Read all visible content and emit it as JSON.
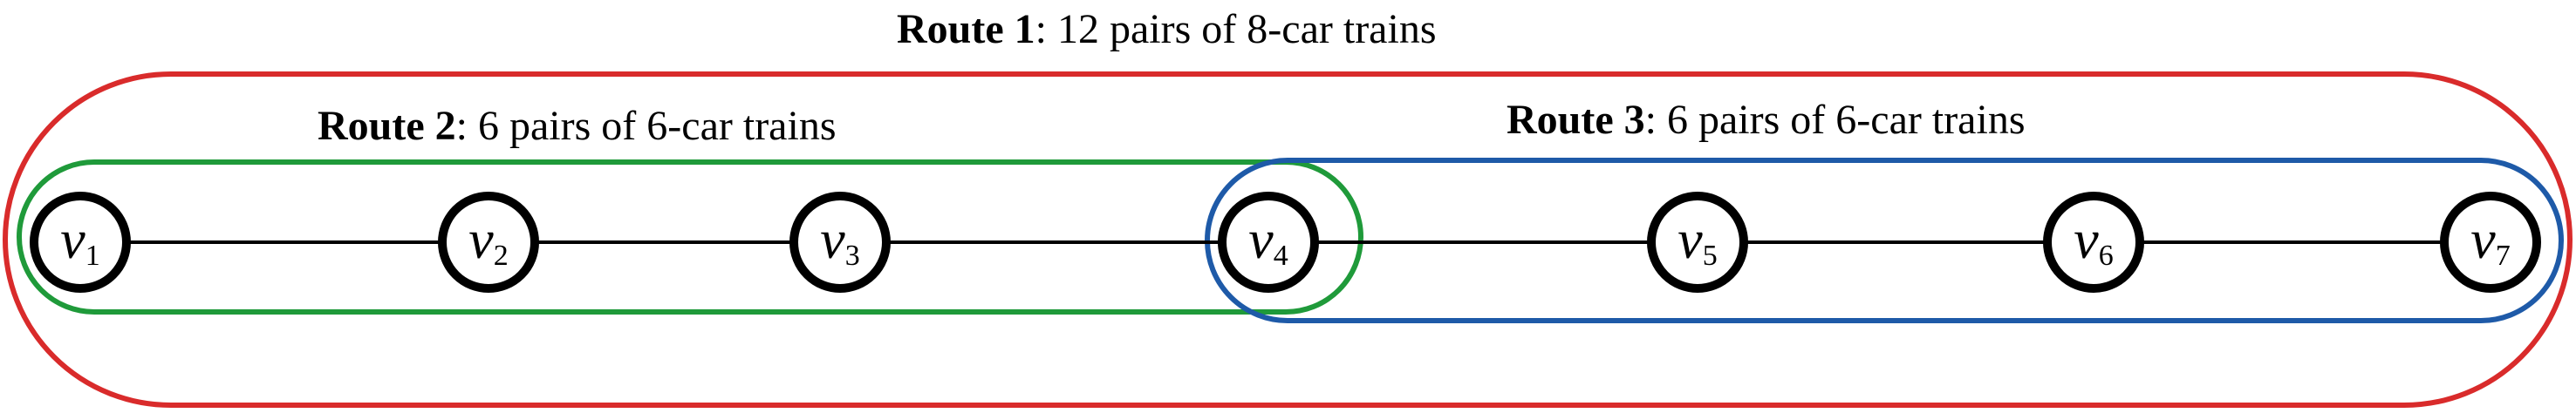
{
  "diagram": {
    "routes": [
      {
        "id": "route1",
        "name": "Route 1",
        "desc": ": 12 pairs of 8-car trains",
        "color": "#d92b2b"
      },
      {
        "id": "route2",
        "name": "Route 2",
        "desc": ": 6 pairs of 6-car trains",
        "color": "#1f9a3a"
      },
      {
        "id": "route3",
        "name": "Route 3",
        "desc": ": 6 pairs of 6-car trains",
        "color": "#1e5aa8"
      }
    ],
    "nodes": [
      {
        "letter": "v",
        "sub": "1"
      },
      {
        "letter": "v",
        "sub": "2"
      },
      {
        "letter": "v",
        "sub": "3"
      },
      {
        "letter": "v",
        "sub": "4"
      },
      {
        "letter": "v",
        "sub": "5"
      },
      {
        "letter": "v",
        "sub": "6"
      },
      {
        "letter": "v",
        "sub": "7"
      }
    ]
  }
}
